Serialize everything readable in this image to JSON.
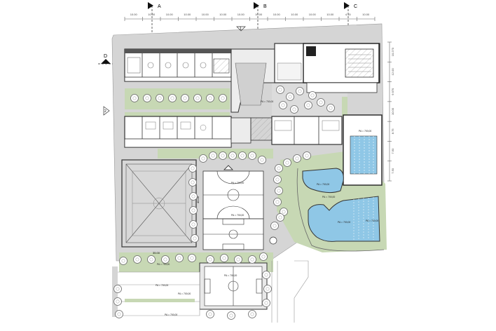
{
  "dims_top": [
    "10.00",
    "10.00",
    "10.00",
    "10.00",
    "10.00",
    "10.00",
    "10.00",
    "10.00",
    "10.00",
    "10.00",
    "10.00",
    "10.00",
    "4.15",
    "10.00"
  ],
  "dims_right": [
    "10.270",
    "12.00",
    "9.970",
    "10.00",
    "8.75",
    "7.50",
    "7.50"
  ],
  "section_markers": {
    "a": "A",
    "b": "B",
    "c": "C",
    "d": "D"
  },
  "grid_tags": {
    "top": "1",
    "left": "2"
  },
  "dim_field_side": "40.00",
  "dim_gym_bottom": "35.00",
  "elevations": {
    "e1": "PA = 700,00",
    "e2": "PA = 700,00",
    "e3": "PA = 700,00",
    "e4": "PA = 700,00",
    "e5": "PA = 700,00",
    "e6": "PA = 700,00",
    "e7": "PA = 700,00",
    "e8": "PA = 700,00",
    "e9": "PA = 700,00",
    "e10": "PA = 700,00",
    "e11": "PA = 700,00",
    "e12": "PA = 700,00",
    "e13": "PA = 700,00"
  },
  "colors": {
    "site": "#d5d5d5",
    "green": "#c7d8b4",
    "water": "#8fc7e6",
    "wall": "#3a3a3a",
    "court": "#ffffff",
    "sand": "#efe7d2"
  }
}
